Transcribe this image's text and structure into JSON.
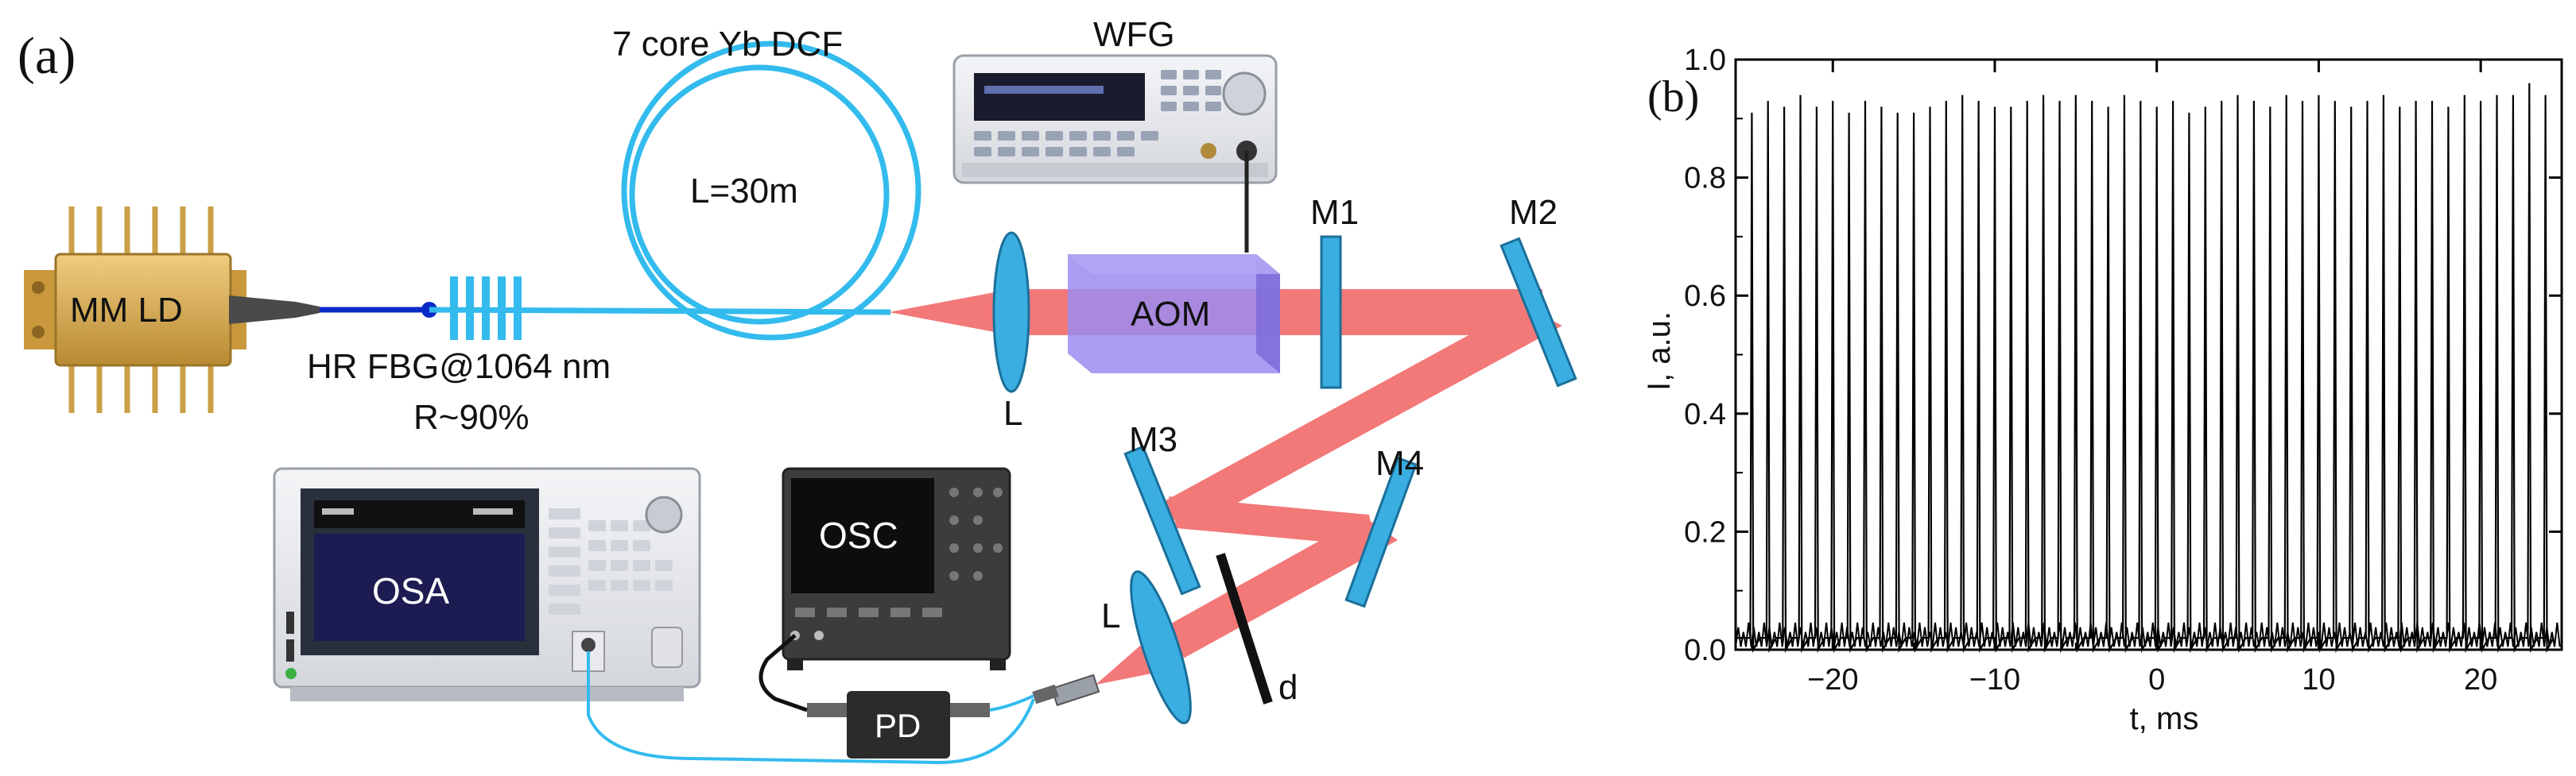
{
  "panel_a": {
    "label": "(a)",
    "labels": {
      "fiber": "7 core Yb DCF",
      "length": "L=30m",
      "wfg": "WFG",
      "ld": "MM LD",
      "fbg": "HR FBG@1064 nm",
      "reflect": "R~90%",
      "aom": "AOM",
      "lens1": "L",
      "lens2": "L",
      "m1": "M1",
      "m2": "M2",
      "m3": "M3",
      "m4": "M4",
      "osa": "OSA",
      "osc": "OSC",
      "pd": "PD",
      "d": "d"
    },
    "colors": {
      "fiber": "#33bbee",
      "beam": "#f26a6a",
      "mirror": "#3aaee0",
      "aom": "#8f7ee8",
      "ld": "#d4a64a",
      "screen": "#1b1b2e"
    }
  },
  "panel_b": {
    "label": "(b)",
    "chart_data": {
      "type": "line",
      "xlabel": "t, ms",
      "ylabel": "I, a.u.",
      "xlim": [
        -26,
        25
      ],
      "ylim": [
        0,
        1.0
      ],
      "xticks": [
        -20,
        -10,
        0,
        10,
        20
      ],
      "xtick_labels": [
        "−20",
        "−10",
        "0",
        "10",
        "20"
      ],
      "yticks": [
        0.0,
        0.2,
        0.4,
        0.6,
        0.8,
        1.0
      ],
      "ytick_labels": [
        "0.0",
        "0.2",
        "0.4",
        "0.6",
        "0.8",
        "1.0"
      ],
      "grid": false,
      "pulse_period_ms": 1.0,
      "baseline_level": 0.02,
      "x": [
        -25,
        -24,
        -23,
        -22,
        -21,
        -20,
        -19,
        -18,
        -17,
        -16,
        -15,
        -14,
        -13,
        -12,
        -11,
        -10,
        -9,
        -8,
        -7,
        -6,
        -5,
        -4,
        -3,
        -2,
        -1,
        0,
        1,
        2,
        3,
        4,
        5,
        6,
        7,
        8,
        9,
        10,
        11,
        12,
        13,
        14,
        15,
        16,
        17,
        18,
        19,
        20,
        21,
        22,
        23,
        24
      ],
      "y": [
        0.91,
        0.93,
        0.92,
        0.94,
        0.92,
        0.93,
        0.91,
        0.93,
        0.92,
        0.91,
        0.91,
        0.92,
        0.93,
        0.94,
        0.93,
        0.92,
        0.92,
        0.93,
        0.94,
        0.93,
        0.94,
        0.93,
        0.92,
        0.94,
        0.93,
        0.92,
        0.93,
        0.91,
        0.92,
        0.93,
        0.94,
        0.93,
        0.92,
        0.94,
        0.93,
        0.94,
        0.93,
        0.92,
        0.93,
        0.94,
        0.92,
        0.93,
        0.93,
        0.92,
        0.94,
        0.93,
        0.94,
        0.94,
        0.96,
        0.94
      ]
    }
  }
}
